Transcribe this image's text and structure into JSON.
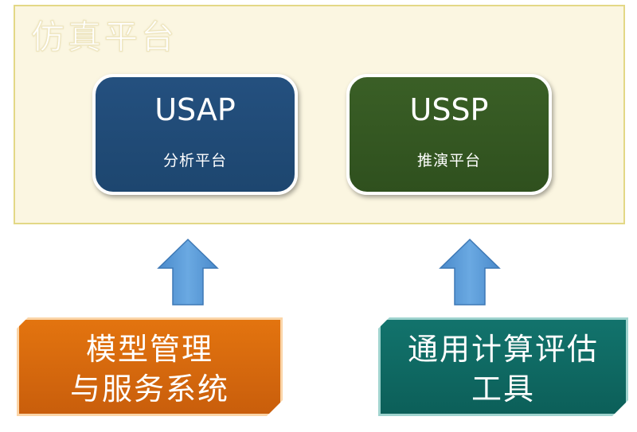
{
  "platform": {
    "title": "仿真平台"
  },
  "usap": {
    "name": "USAP",
    "subtitle": "分析平台"
  },
  "ussp": {
    "name": "USSP",
    "subtitle": "推演平台"
  },
  "model_system": {
    "line1": "模型管理",
    "line2": "与服务系统"
  },
  "eval_tool": {
    "line1": "通用计算评估",
    "line2": "工具"
  },
  "colors": {
    "frame_bg": "#fbf6e1",
    "usap_bg": "#1d466f",
    "ussp_bg": "#2f501e",
    "arrow": "#5b9bd5",
    "model_bg": "#d8680d",
    "eval_bg": "#0e6a63"
  }
}
